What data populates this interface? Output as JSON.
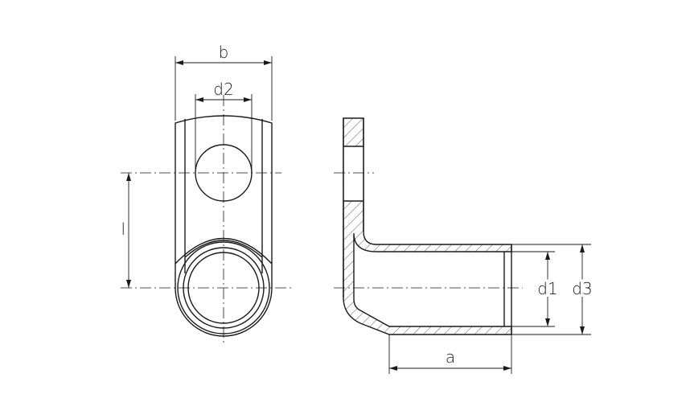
{
  "labels": {
    "b": "b",
    "d2": "d2",
    "l": "l",
    "d1": "d1",
    "d3": "d3",
    "a": "a"
  }
}
